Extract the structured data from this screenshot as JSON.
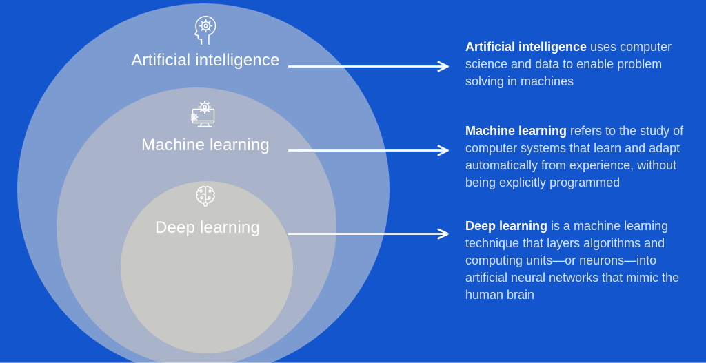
{
  "colors": {
    "background": "#1355CD",
    "outer_circle": "#7C9CD1",
    "middle_circle": "#A9B4CB",
    "inner_circle": "#C8C9C4",
    "ring_label_text": "#FFFFFF",
    "body_text": "#D5E2F7",
    "bold_text": "#FFFFFF",
    "arrow": "#FFFFFF"
  },
  "rings": [
    {
      "label": "Artificial intelligence",
      "icon": "head-gear-icon",
      "desc_lead": "Artificial intelligence",
      "desc_rest": " uses computer science and data to enable problem solving in machines"
    },
    {
      "label": "Machine learning",
      "icon": "monitor-gear-icon",
      "desc_lead": "Machine learning",
      "desc_rest": " refers to the study of computer systems that learn and adapt automatically from experience, without being explicitly programmed"
    },
    {
      "label": "Deep learning",
      "icon": "brain-icon",
      "desc_lead": "Deep learning",
      "desc_rest": " is a machine learning technique that layers algorithms and computing units—or neurons—into artificial neural networks that mimic the human brain"
    }
  ]
}
